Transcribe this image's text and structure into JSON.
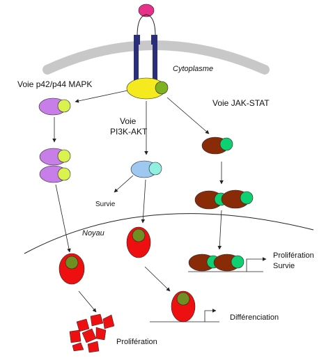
{
  "labels": {
    "cytoplasm": "Cytoplasme",
    "nucleus": "Noyau",
    "mapk_pathway": "Voie p42/p44 MAPK",
    "pi3k_pathway_line1": "Voie",
    "pi3k_pathway_line2": "PI3K-AKT",
    "jakstat_pathway": "Voie JAK-STAT",
    "survival": "Survie",
    "proliferation_bottom": "Prolifération",
    "differentiation": "Différenciation",
    "jakstat_out_line1": "Prolifération",
    "jakstat_out_line2": "Survie"
  },
  "colors": {
    "membrane": "#c8c8c8",
    "receptor": "#2b2f7a",
    "ligand": "#e8308a",
    "yellow": "#f5ea1e",
    "green": "#7fb21f",
    "mapk_purple": "#c77ee8",
    "mapk_lime": "#d9f250",
    "akt_blue": "#9ec8f0",
    "akt_cyan": "#8ff0e0",
    "stat_brown": "#8a2b08",
    "stat_green": "#0fd070",
    "nucleus_red": "#ee1010",
    "nucleus_olive": "#6f8f22"
  }
}
